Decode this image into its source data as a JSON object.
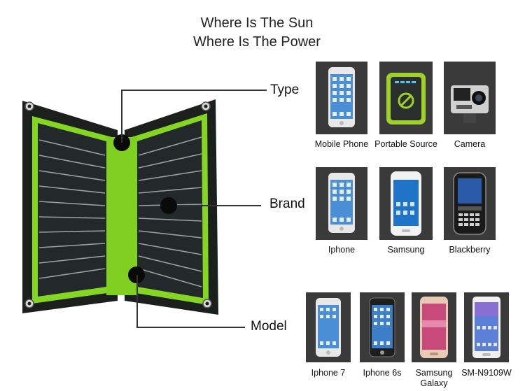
{
  "header": {
    "line1": "Where Is The Sun",
    "line2": "Where Is The Power"
  },
  "callouts": {
    "type": "Type",
    "brand": "Brand",
    "model": "Model"
  },
  "type_row": [
    {
      "label": "Mobile Phone",
      "icon": "phone-icon"
    },
    {
      "label": "Portable Source",
      "icon": "power-bank-icon"
    },
    {
      "label": "Camera",
      "icon": "action-camera-icon"
    }
  ],
  "brand_row": [
    {
      "label": "Iphone",
      "icon": "iphone-icon"
    },
    {
      "label": "Samsung",
      "icon": "samsung-phone-icon"
    },
    {
      "label": "Blackberry",
      "icon": "blackberry-icon"
    }
  ],
  "model_row": [
    {
      "label": "Iphone 7",
      "icon": "iphone-7-icon"
    },
    {
      "label": "Iphone 6s",
      "icon": "iphone-6s-icon"
    },
    {
      "label": "Samsung\nGalaxy",
      "icon": "samsung-galaxy-icon"
    },
    {
      "label": "SM-N9109W",
      "icon": "galaxy-note-icon"
    }
  ],
  "colors": {
    "panel_frame": "#7ed321",
    "panel_body": "#1e2420",
    "thumb_bg": "#3a3a3a"
  }
}
